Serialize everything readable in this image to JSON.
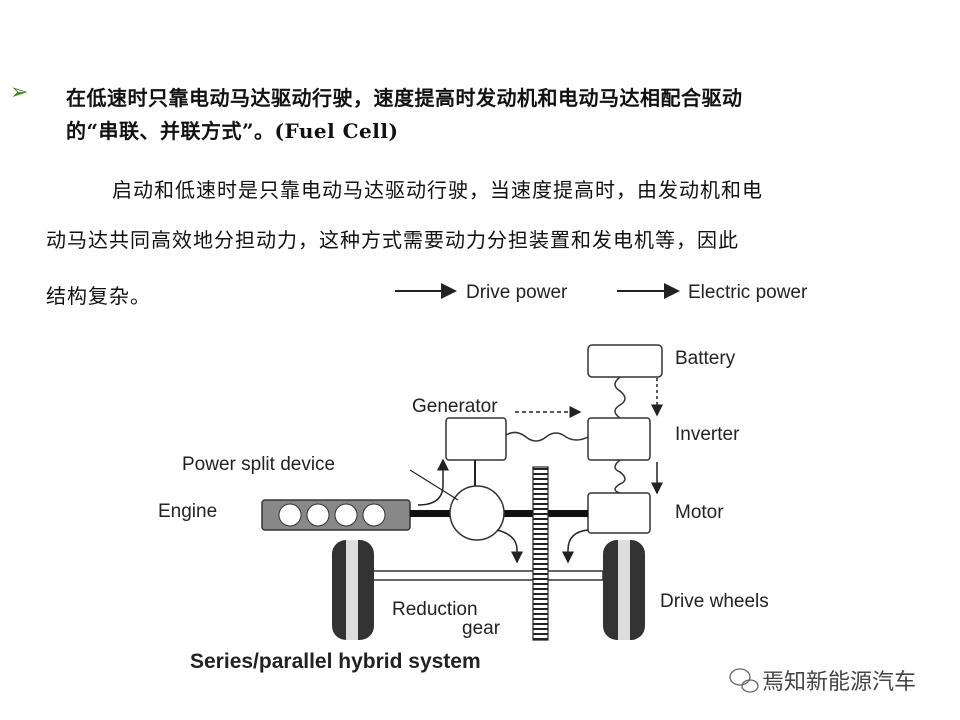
{
  "bullet_icon": "arrowhead-bullet-icon",
  "heading": {
    "line1": "在低速时只靠电动马达驱动行驶，速度提高时发动机和电动马达相配合驱动",
    "line2": "的“串联、并联方式”。(Fuel Cell)"
  },
  "paragraph": {
    "line1": "启动和低速时是只靠电动马达驱动行驶，当速度提高时，由发动机和电",
    "line2": "动马达共同高效地分担动力，这种方式需要动力分担装置和发电机等，因此",
    "line3": "结构复杂。"
  },
  "diagram": {
    "legend": {
      "drive": "Drive power",
      "electric": "Electric power"
    },
    "labels": {
      "battery": "Battery",
      "generator": "Generator",
      "inverter": "Inverter",
      "power_split": "Power split device",
      "engine": "Engine",
      "motor": "Motor",
      "reduction1": "Reduction",
      "reduction2": "gear",
      "drive_wheels": "Drive wheels"
    },
    "title": "Series/parallel hybrid system"
  },
  "watermark": {
    "icon": "wechat-icon",
    "text": "焉知新能源汽车"
  }
}
